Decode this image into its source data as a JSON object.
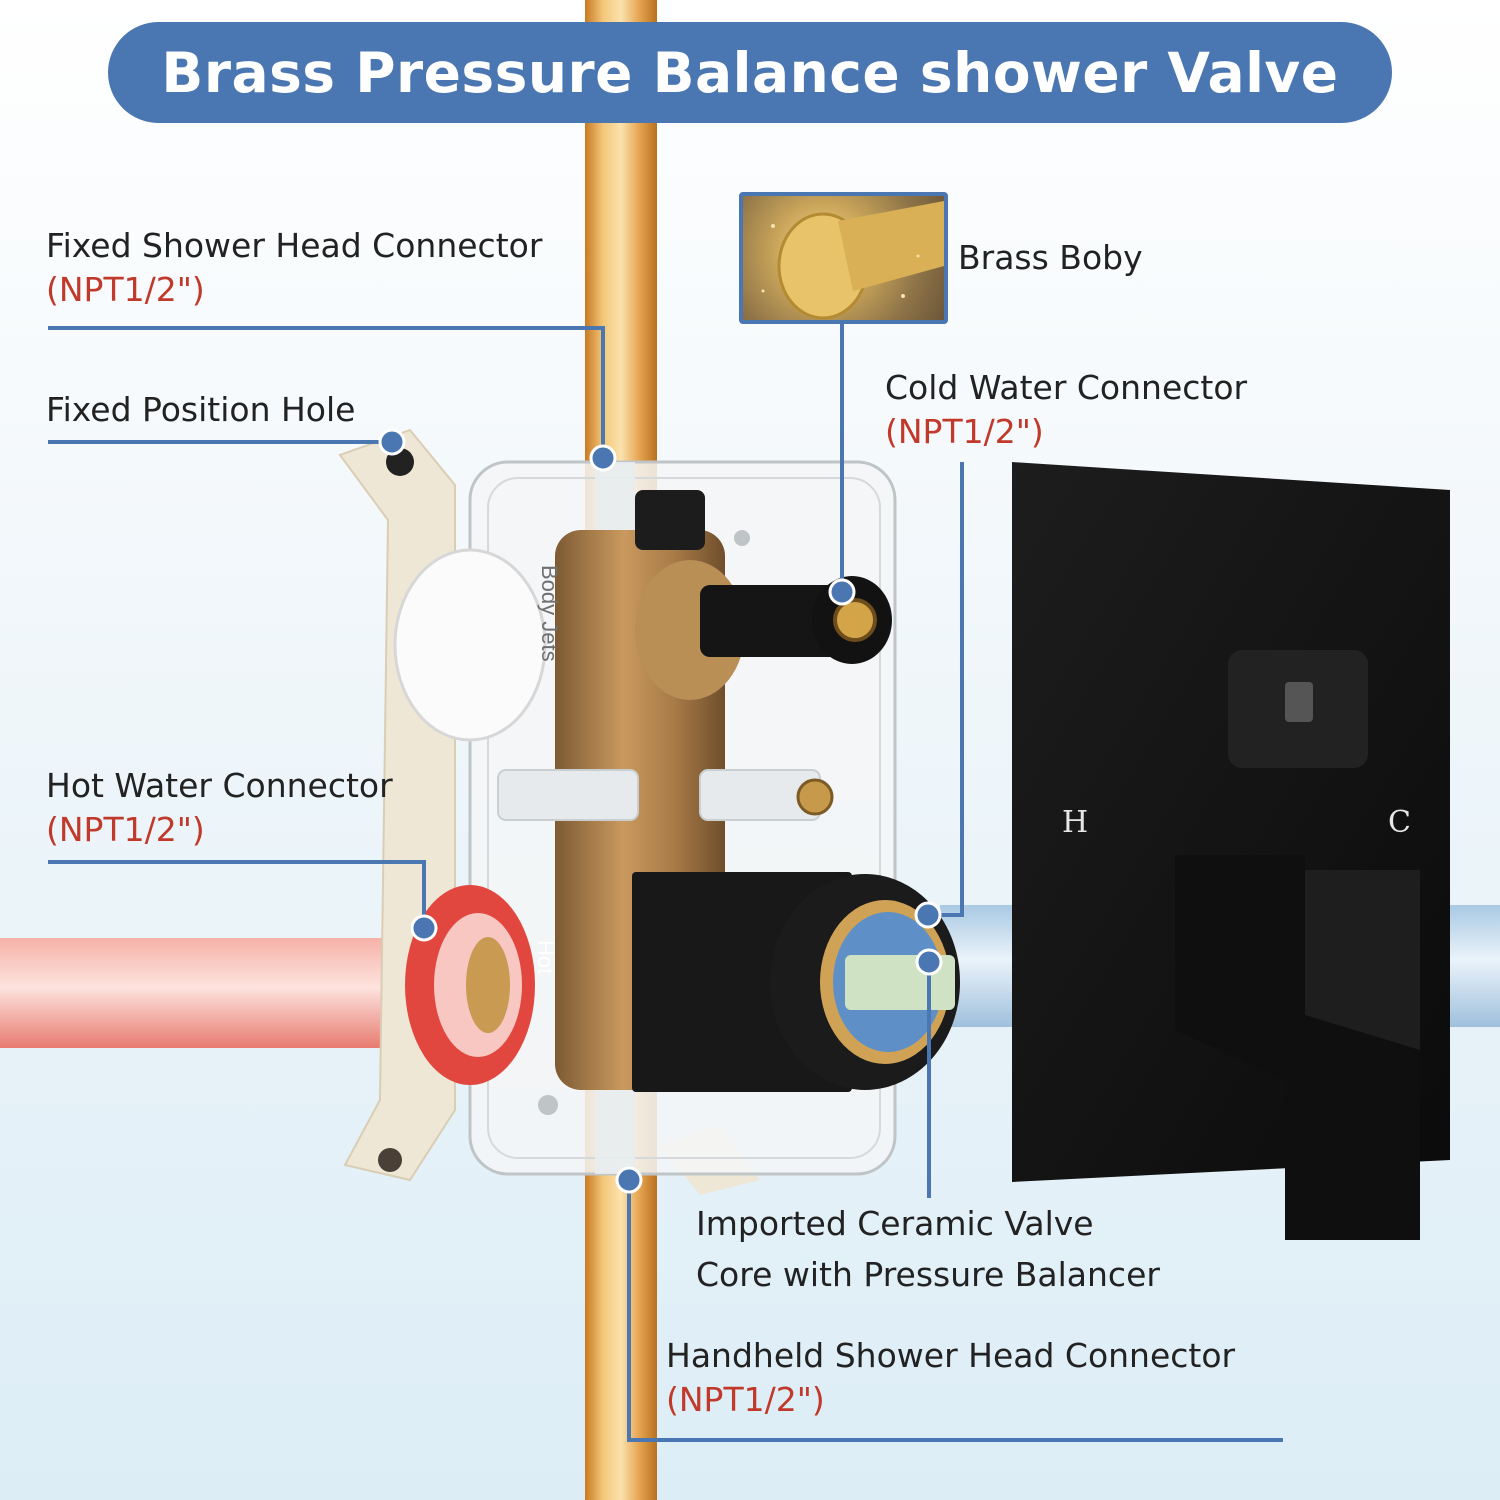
{
  "title": "Brass Pressure Balance shower Valve",
  "callouts": {
    "fixed_shower_head": {
      "label": "Fixed Shower Head Connector",
      "spec": "(NPT1/2\")"
    },
    "fixed_position_hole": {
      "label": "Fixed Position Hole"
    },
    "brass_body": {
      "label": "Brass Boby"
    },
    "cold_water": {
      "label": "Cold Water Connector",
      "spec": "(NPT1/2\")"
    },
    "hot_water": {
      "label": "Hot Water Connector",
      "spec": "(NPT1/2\")"
    },
    "ceramic_core": {
      "line1": "Imported Ceramic Valve",
      "line2": "Core with Pressure Balancer"
    },
    "handheld_shower_head": {
      "label": "Handheld Shower Head Connector",
      "spec": "(NPT1/2\")"
    }
  },
  "product_markings": {
    "body_jets": "Body Jets",
    "hot": "Hot",
    "faceplate_hot": "H",
    "faceplate_cold": "C"
  },
  "colors": {
    "accent_blue": "#4a76b1",
    "spec_red": "#c0392b",
    "copper_pipe": "#e3a24a",
    "hot_pipe": "#ef8a80",
    "cold_pipe": "#bcd6ea",
    "matte_black": "#141414"
  }
}
